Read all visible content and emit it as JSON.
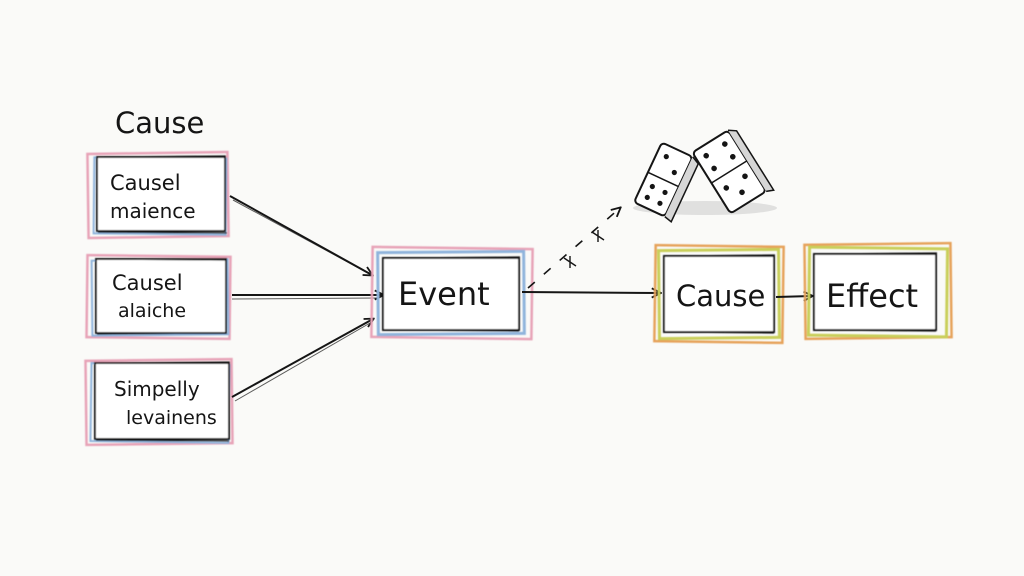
{
  "diagram": {
    "heading": "Cause",
    "causes": [
      {
        "line1": "Causel",
        "line2": "maience"
      },
      {
        "line1": "Causel",
        "line2": "alaiche"
      },
      {
        "line1": "Simpelly",
        "line2": "levainens"
      }
    ],
    "event_label": "Event",
    "cause_label": "Cause",
    "effect_label": "Effect",
    "colors": {
      "ink": "#151515",
      "pink": "#e7a3b7",
      "blue": "#8fb4dc",
      "yellow_green": "#c9cf5a",
      "orange": "#e6a25a"
    },
    "icons": [
      "dominoes-icon"
    ]
  }
}
